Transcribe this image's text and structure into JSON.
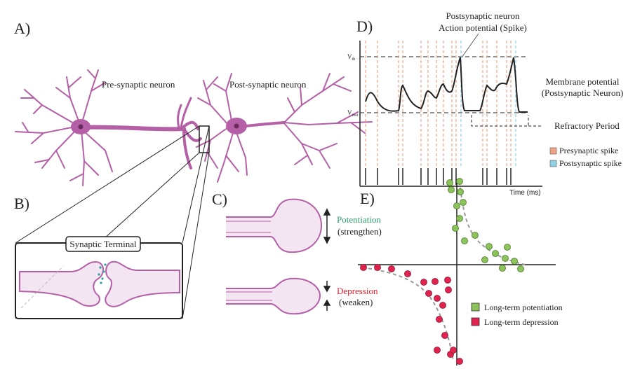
{
  "panels": {
    "a": "A)",
    "b": "B)",
    "c": "C)",
    "d": "D)",
    "e": "E)"
  },
  "neurons": {
    "pre_label": "Pre-synaptic neuron",
    "post_label": "Post-synaptic neuron"
  },
  "synapse": {
    "terminal_label": "Synaptic Terminal"
  },
  "plasticity": {
    "potentiation_label": "Potentiation",
    "potentiation_note": "(strengthen)",
    "depression_label": "Depression",
    "depression_note": "(weaken)"
  },
  "spike_plot": {
    "title_line1": "Postsynaptic neuron",
    "title_line2": "Action potential (Spike)",
    "v_threshold": "V",
    "v_threshold_sub": "th",
    "v_rest": "V",
    "v_rest_sub": "rest",
    "xlabel": "Time (ms)",
    "side_label_line1": "Membrane potential",
    "side_label_line2": "(Postsynaptic Neuron)",
    "refractory_label": "Refractory Period",
    "legend": [
      {
        "label": "Presynaptic spike",
        "color": "#f0a384"
      },
      {
        "label": "Postsynaptic spike",
        "color": "#8fd1e6"
      }
    ]
  },
  "stdp": {
    "legend": [
      {
        "label": "Long-term potentiation",
        "color": "#8cc35a"
      },
      {
        "label": "Long-term depression",
        "color": "#e0244f"
      }
    ]
  },
  "colors": {
    "neuron": "#b55fa6",
    "neuron_light": "#f3e6f2",
    "presynaptic": "#f0a384",
    "postsynaptic": "#8fd1e6",
    "ltp_green": "#8cc35a",
    "ltd_red": "#e0244f",
    "potentiation_text": "#2e9e6a",
    "depression_text": "#e0212b"
  }
}
